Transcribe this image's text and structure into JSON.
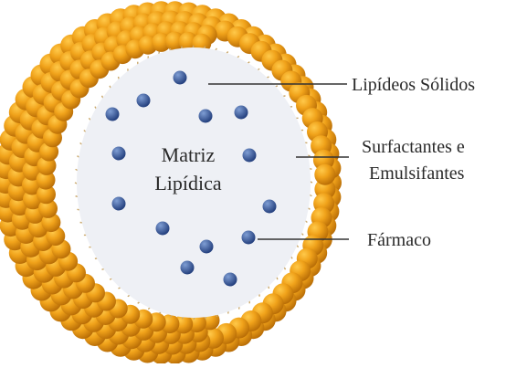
{
  "diagram": {
    "inner_label_line1": "Matriz",
    "inner_label_line2": "Lipídica",
    "callouts": [
      {
        "line1": "Lipídeos Sólidos",
        "line2": ""
      },
      {
        "line1": "Surfactantes e",
        "line2": "Emulsifantes"
      },
      {
        "line1": "Fármaco",
        "line2": ""
      }
    ]
  },
  "colors": {
    "bead_light": "#ffc94a",
    "bead_mid": "#f0a21a",
    "bead_dark": "#b56a05",
    "tail": "#c9a76a",
    "core_fill": "#eef0f5",
    "drug_light": "#7f9ed4",
    "drug_dark": "#24407e",
    "line": "#333333",
    "text": "#2a2a2a"
  }
}
